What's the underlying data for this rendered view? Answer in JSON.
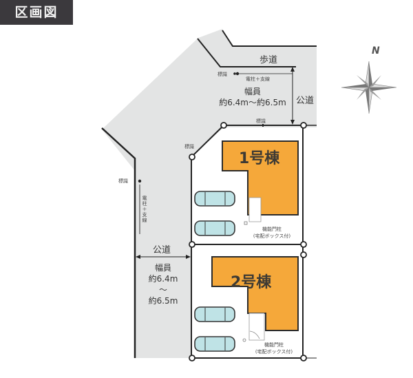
{
  "title": "区画図",
  "north_label": "N",
  "roads": {
    "sidewalk": "歩道",
    "north_road": {
      "label": "公道",
      "width_title": "幅員",
      "width_value": "約6.4m～約6.5m"
    },
    "west_road": {
      "label": "公道",
      "width_title": "幅員",
      "width_from": "約6.4m",
      "tilde": "～",
      "width_to": "約6.5m"
    }
  },
  "annotations": {
    "marker_top": "標識",
    "pole_top": "電柱＋支線",
    "marker_boundary_top": "標識",
    "marker_boundary_corner": "標識",
    "marker_left": "標識",
    "pole_left": "電柱＋支線"
  },
  "lots": [
    {
      "name": "1号棟",
      "gate_label_1": "機能門柱",
      "gate_label_2": "(宅配ボックス付)",
      "parking_spaces": 2
    },
    {
      "name": "2号棟",
      "gate_label_1": "機能門柱",
      "gate_label_2": "(宅配ボックス付)",
      "parking_spaces": 2
    }
  ],
  "colors": {
    "building": "#f5a83a",
    "road": "#e3e4e4",
    "title_bg": "#3b393d",
    "car": "#bfe3e6"
  }
}
